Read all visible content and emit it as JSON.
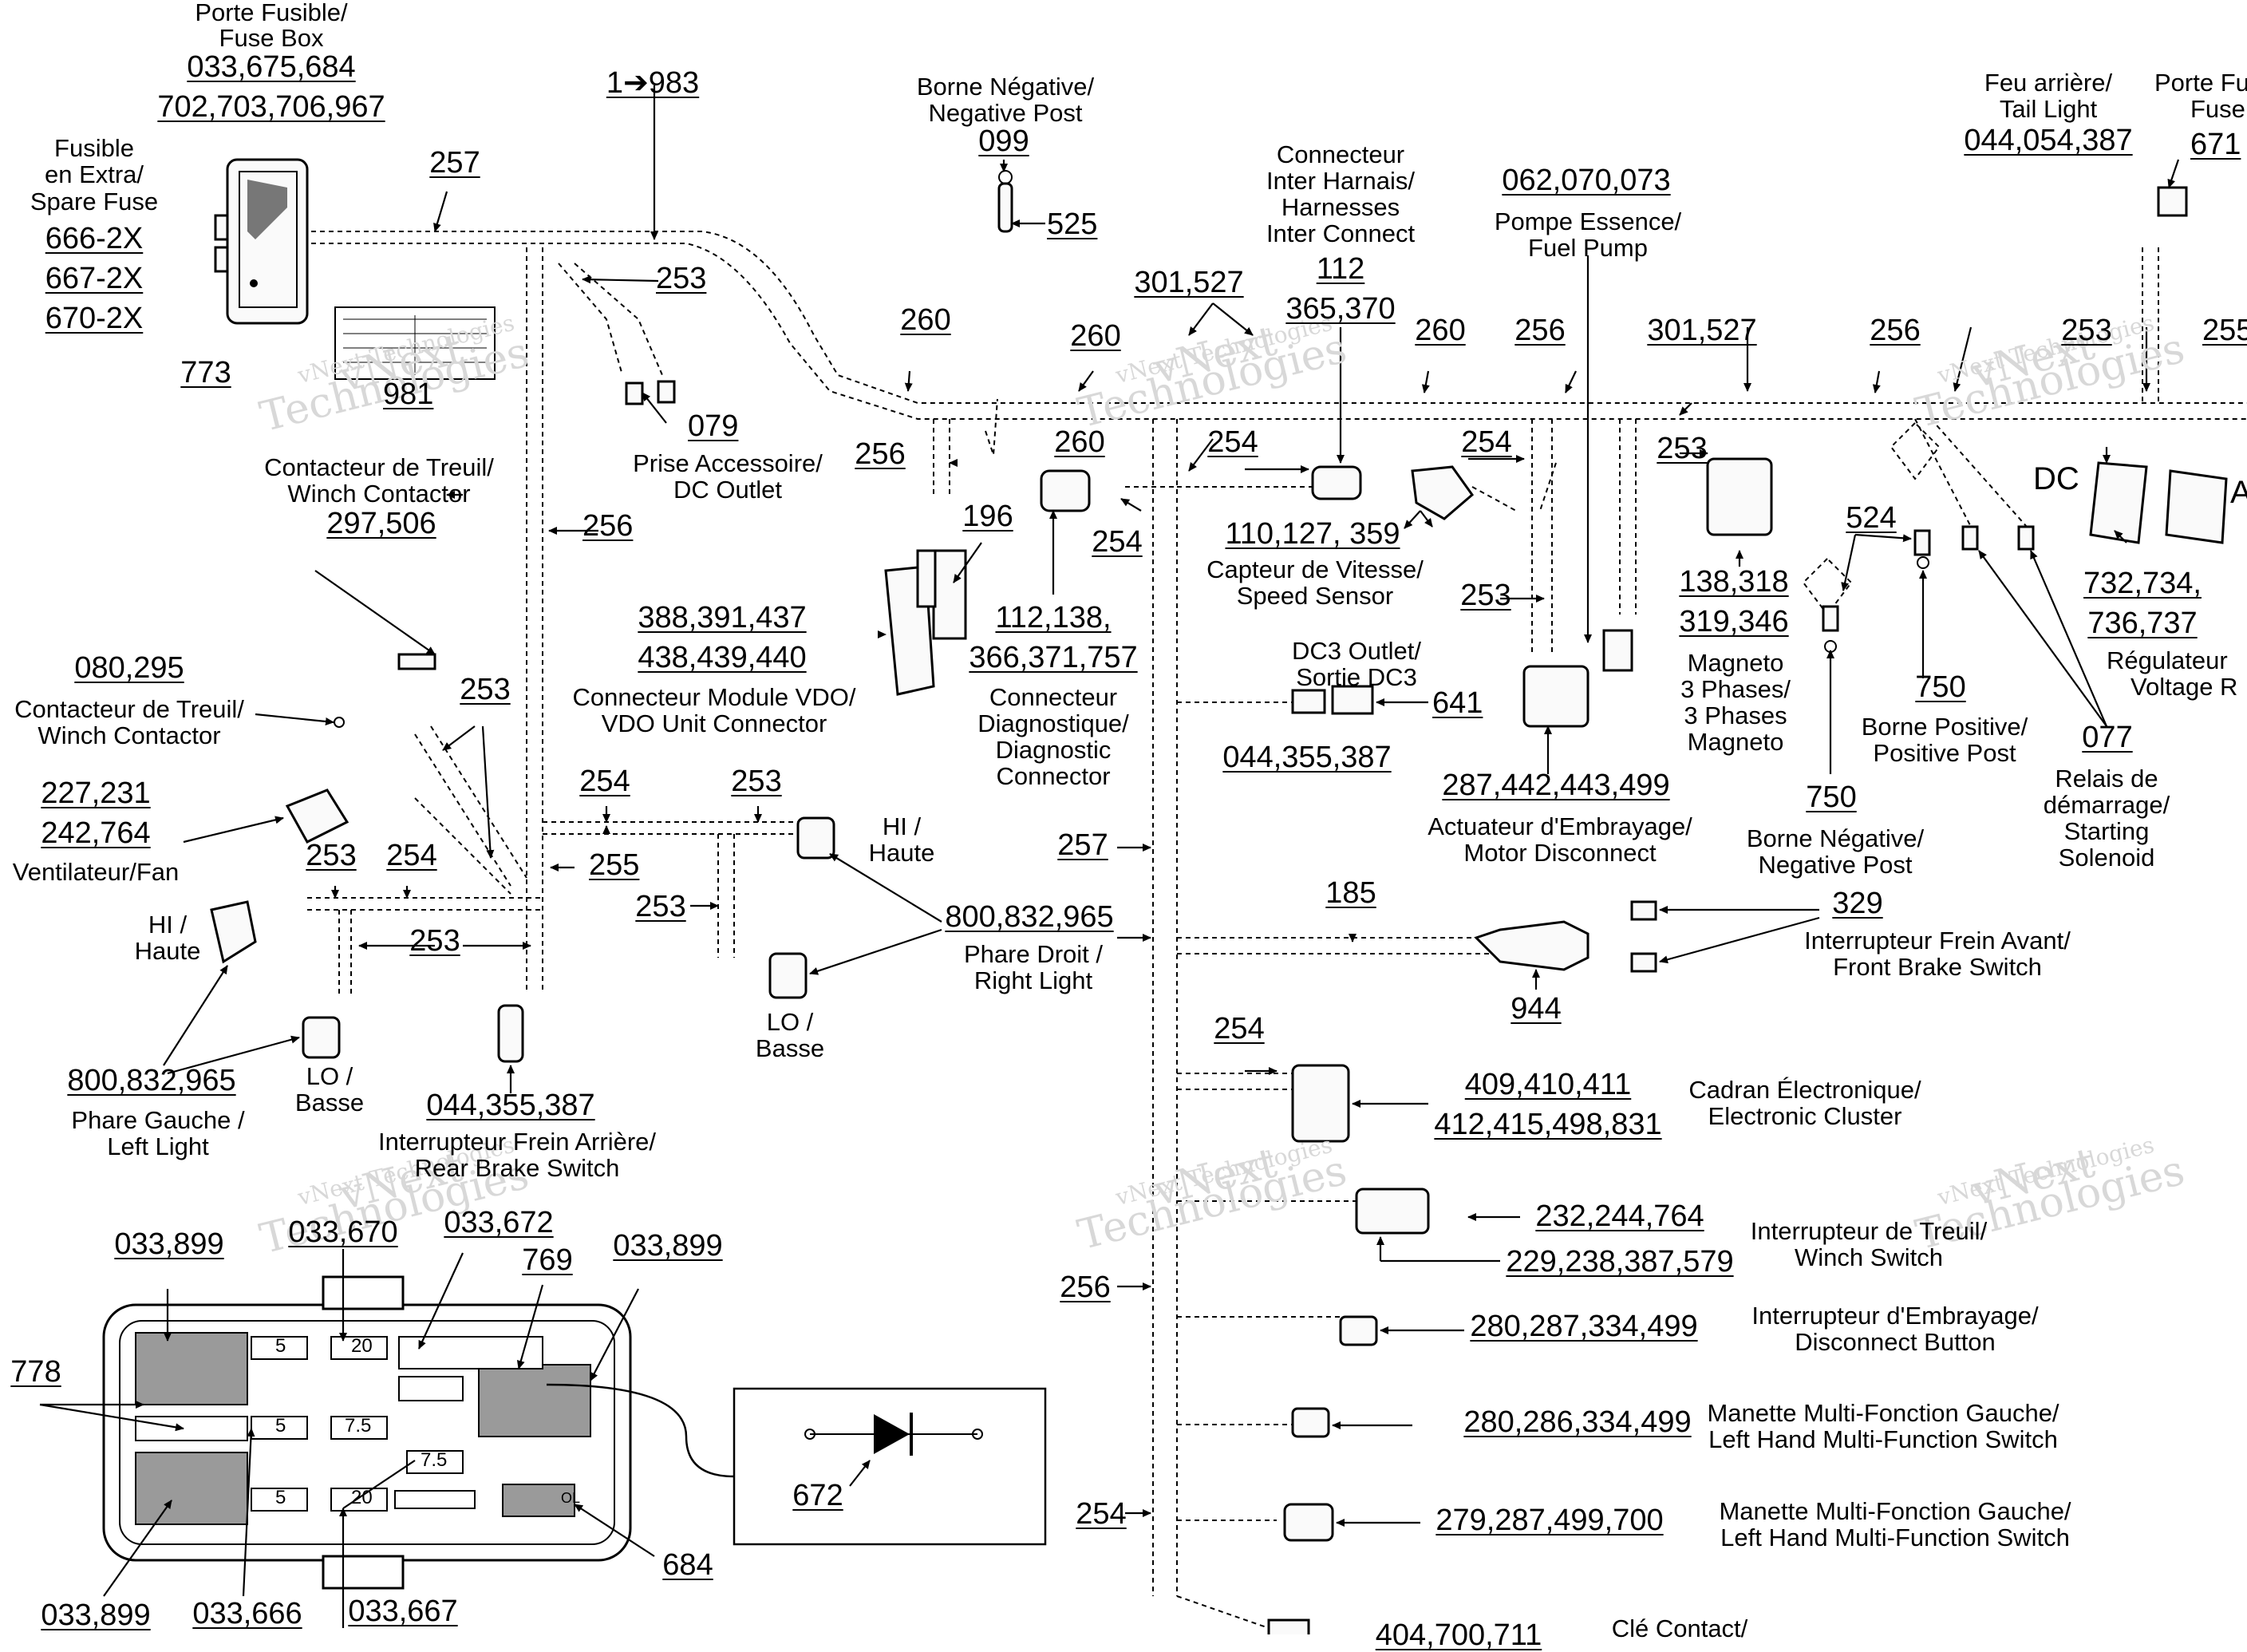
{
  "labels": {
    "fusebox": [
      "Porte Fusible/",
      "Fuse Box",
      "033,675,684",
      "702,703,706,967"
    ],
    "spare_fuse": [
      "Fusible",
      "en Extra/",
      "Spare Fuse",
      "666-2X",
      "667-2X",
      "670-2X"
    ],
    "n773": "773",
    "n981": "981",
    "n257a": "257",
    "range": "1➔983",
    "n253a": "253",
    "neg_post_top": [
      "Borne Négative/",
      "Negative Post",
      "099"
    ],
    "n525": "525",
    "n260a": "260",
    "n260b": "260",
    "n260c": "260",
    "n260d": "260",
    "n079": "079",
    "dc_outlet": [
      "Prise Accessoire/",
      "DC Outlet"
    ],
    "winch_contactor_top": [
      "Contacteur de Treuil/",
      "Winch Contactor",
      "297,506"
    ],
    "n256a": "256",
    "n256b": "256",
    "n196": "196",
    "vdo_nums": [
      "388,391,437",
      "438,439,440"
    ],
    "vdo": [
      "Connecteur Module VDO/",
      "VDO Unit Connector"
    ],
    "diag_nums": [
      "112,138,",
      "366,371,757"
    ],
    "diag": [
      "Connecteur",
      "Diagnostique/",
      "Diagnostic",
      "Connector"
    ],
    "n301a": "301,527",
    "n254a": "254",
    "n254b": "254",
    "inter": [
      "Connecteur",
      "Inter Harnais/",
      "Harnesses",
      "Inter Connect",
      "112",
      "365,370"
    ],
    "speed_nums": "110,127, 359",
    "speed": [
      "Capteur de Vitesse/",
      "Speed Sensor"
    ],
    "fuel_nums": "062,070,073",
    "fuel": [
      "Pompe Essence/",
      "Fuel Pump"
    ],
    "n256c": "256",
    "n254c": "254",
    "n253b": "253",
    "n253c": "253",
    "dc3": [
      "DC3 Outlet/",
      "Sortie DC3"
    ],
    "n641": "641",
    "dc3_nums": "044,355,387",
    "clutch_nums": "287,442,443,499",
    "clutch": [
      "Actuateur d'Embrayage/",
      "Motor Disconnect"
    ],
    "n301b": "301,527",
    "magneto_nums": [
      "138,318",
      "319,346"
    ],
    "magneto": [
      "Magneto",
      "3 Phases/",
      "3 Phases",
      "Magneto"
    ],
    "n256d": "256",
    "n524": "524",
    "n750a": "750",
    "pos_post": [
      "Borne Positive/",
      "Positive Post"
    ],
    "n750b": "750",
    "neg_post_right": [
      "Borne Négative/",
      "Negative Post"
    ],
    "n077": "077",
    "solenoid": [
      "Relais de",
      "démarrage/",
      "Starting",
      "Solenoid"
    ],
    "tail": [
      "Feu arrière/",
      "Tail Light",
      "044,054,387"
    ],
    "porte_right": [
      "Porte Fu",
      "Fuse",
      "671"
    ],
    "n253d": "253",
    "n255a": "255",
    "dc_label": "DC",
    "a_label": "A",
    "reg_nums": [
      "732,734,",
      "736,737"
    ],
    "regulator": [
      "Régulateur",
      "Voltage R"
    ],
    "winch_contactor_left": [
      "080,295",
      "Contacteur de Treuil/",
      "Winch Contactor"
    ],
    "n253e": "253",
    "fan_nums": [
      "227,231",
      "242,764"
    ],
    "fan": "Ventilateur/Fan",
    "n253f": "253",
    "n254d": "254",
    "n255b": "255",
    "n254e": "254",
    "n253g": "253",
    "n253h": "253",
    "n253i": "253",
    "hi_left": [
      "HI /",
      "Haute"
    ],
    "hi_right": [
      "HI /",
      "Haute"
    ],
    "lo_left": [
      "LO /",
      "Basse"
    ],
    "lo_right": [
      "LO /",
      "Basse"
    ],
    "left_light_nums": "800,832,965",
    "left_light": [
      "Phare Gauche /",
      "Left Light"
    ],
    "right_light_nums": "800,832,965",
    "right_light": [
      "Phare Droit /",
      "Right Light"
    ],
    "rear_brake_nums": "044,355,387",
    "rear_brake": [
      "Interrupteur Frein Arrière/",
      "Rear Brake Switch"
    ],
    "n257b": "257",
    "n185": "185",
    "n329": "329",
    "front_brake": [
      "Interrupteur Frein Avant/",
      "Front Brake Switch"
    ],
    "n944": "944",
    "n254f": "254",
    "cluster_nums": [
      "409,410,411",
      "412,415,498,831"
    ],
    "cluster": [
      "Cadran Électronique/",
      "Electronic Cluster"
    ],
    "winch_sw_nums": [
      "232,244,764",
      "229,238,387,579"
    ],
    "winch_sw": [
      "Interrupteur de Treuil/",
      "Winch Switch"
    ],
    "n256e": "256",
    "disc_nums": "280,287,334,499",
    "disc": [
      "Interrupteur d'Embrayage/",
      "Disconnect Button"
    ],
    "lhmf1_nums": "280,286,334,499",
    "lhmf1": [
      "Manette Multi-Fonction Gauche/",
      "Left Hand Multi-Function Switch"
    ],
    "n254g": "254",
    "lhmf2_nums": "279,287,499,700",
    "lhmf2": [
      "Manette Multi-Fonction Gauche/",
      "Left Hand Multi-Function Switch"
    ],
    "key_nums": "404,700,711",
    "key": "Clé Contact/",
    "fb": {
      "n033_899a": "033,899",
      "n033_670": "033,670",
      "n033_672": "033,672",
      "n769": "769",
      "n033_899b": "033,899",
      "n778": "778",
      "n033_899c": "033,899",
      "n033_666": "033,666",
      "n033_667": "033,667",
      "n684": "684",
      "n672": "672",
      "fuse_5a": "5",
      "fuse_20a": "20",
      "fuse_5b": "5",
      "fuse_75a": "7.5",
      "fuse_75b": "7.5",
      "fuse_5c": "5",
      "fuse_20b": "20",
      "ol": "OL"
    },
    "watermark": [
      "vNext Technologies",
      "vNext",
      "Technologies"
    ]
  }
}
